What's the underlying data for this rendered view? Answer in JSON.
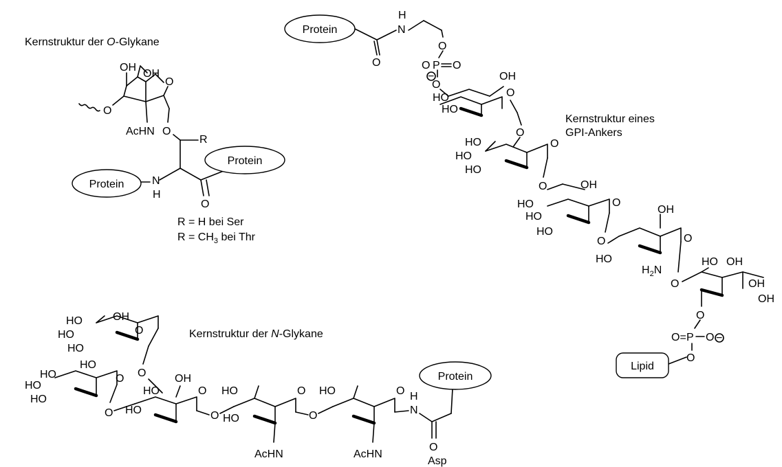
{
  "captions": {
    "o_glycan_title_pre": "Kernstruktur der ",
    "o_glycan_title_italic": "O",
    "o_glycan_title_post": "-Glykane",
    "n_glycan_title_pre": "Kernstruktur der ",
    "n_glycan_title_italic": "N",
    "n_glycan_title_post": "-Glykane",
    "gpi_title_line1": "Kernstruktur eines",
    "gpi_title_line2": "GPI-Ankers"
  },
  "boxes": {
    "protein": "Protein",
    "lipid": "Lipid"
  },
  "legend": {
    "r_ser": "R = H bei Ser",
    "r_thr_pre": "R = CH",
    "r_thr_sub": "3",
    "r_thr_post": " bei Thr"
  },
  "labels": {
    "oh": "OH",
    "ho": "HO",
    "o": "O",
    "h": "H",
    "n": "N",
    "p": "P",
    "r": "R",
    "achn": "AcHN",
    "h2n_h": "H",
    "h2n_sub": "2",
    "h2n_n": "N",
    "oeq": "O=",
    "asp": "Asp",
    "minus": "−"
  },
  "colors": {
    "ink": "#000000",
    "background": "#ffffff"
  }
}
